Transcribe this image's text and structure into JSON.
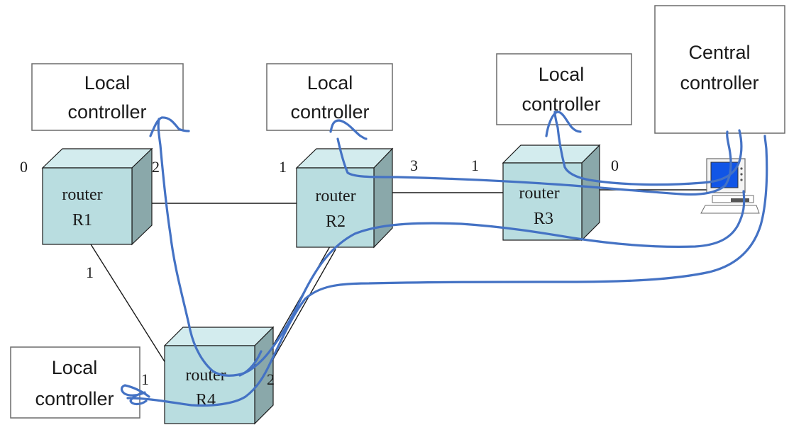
{
  "controllers": {
    "local_r1": {
      "line1": "Local",
      "line2": "controller"
    },
    "local_r2": {
      "line1": "Local",
      "line2": "controller"
    },
    "local_r3": {
      "line1": "Local",
      "line2": "controller"
    },
    "local_r4": {
      "line1": "Local",
      "line2": "controller"
    },
    "central": {
      "line1": "Central",
      "line2": "controller"
    }
  },
  "routers": {
    "r1": {
      "line1": "router",
      "line2": "R1"
    },
    "r2": {
      "line1": "router",
      "line2": "R2"
    },
    "r3": {
      "line1": "router",
      "line2": "R3"
    },
    "r4": {
      "line1": "router",
      "line2": "R4"
    }
  },
  "ports": {
    "r1_left": "0",
    "r1_right": "2",
    "r1_bottom": "1",
    "r2_left": "1",
    "r2_right": "3",
    "r3_left": "1",
    "r3_right": "0",
    "r4_left": "1",
    "r4_right": "2"
  },
  "colors": {
    "router_face": "#b9dde0",
    "router_top": "#d3ecee",
    "router_side": "#8aa8aa",
    "annotation_ink": "#4472c4",
    "screen": "#1155e6"
  },
  "icons": {
    "computer": "computer-icon"
  }
}
